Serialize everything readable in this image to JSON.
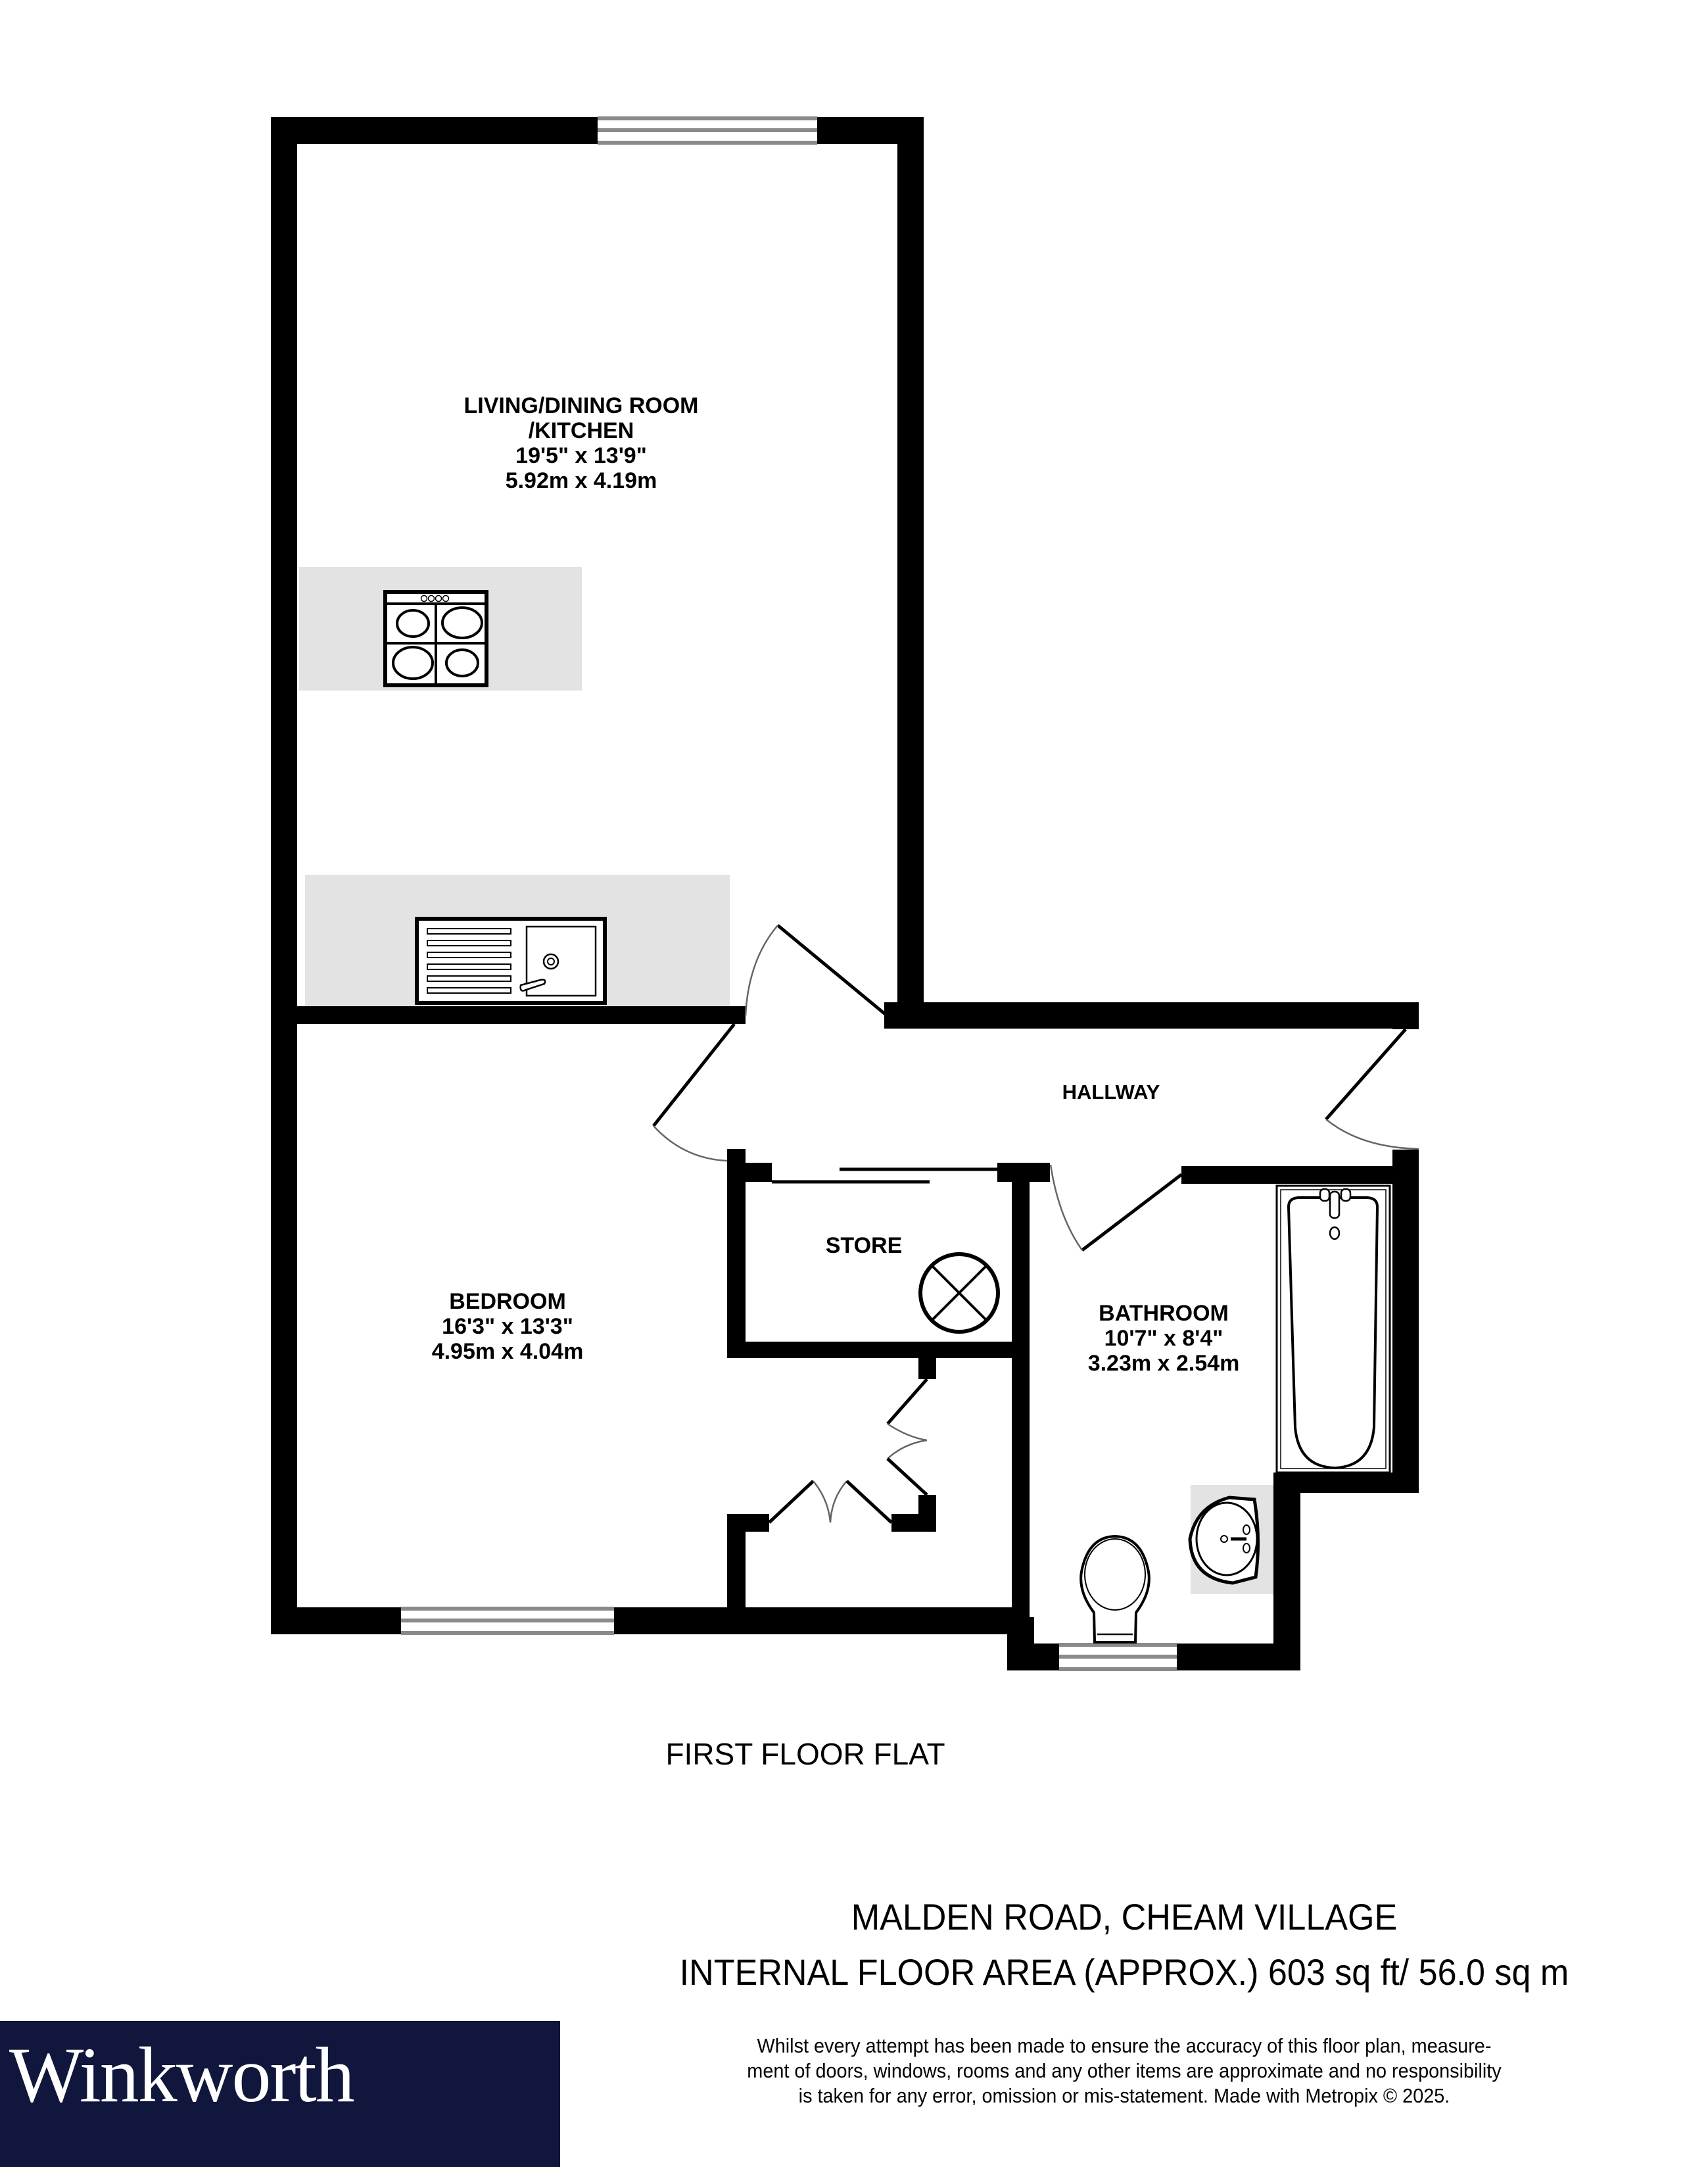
{
  "rooms": {
    "living": {
      "name_line1": "LIVING/DINING ROOM",
      "name_line2": "/KITCHEN",
      "imperial": "19'5\"  x 13'9\"",
      "metric": "5.92m  x 4.19m"
    },
    "bedroom": {
      "name": "BEDROOM",
      "imperial": "16'3\"  x 13'3\"",
      "metric": "4.95m  x 4.04m"
    },
    "bathroom": {
      "name": "BATHROOM",
      "imperial": "10'7\"  x 8'4\"",
      "metric": "3.23m  x 2.54m"
    },
    "store": {
      "name": "STORE"
    },
    "hallway": {
      "name": "HALLWAY"
    }
  },
  "fixtures": [
    "hob-icon",
    "sink-icon",
    "boiler-icon",
    "bath-icon",
    "basin-icon",
    "toilet-icon"
  ],
  "floor_label": "FIRST FLOOR FLAT",
  "property": {
    "address": "MALDEN ROAD, CHEAM VILLAGE",
    "area": "INTERNAL FLOOR AREA (APPROX.) 603 sq ft/ 56.0 sq m"
  },
  "disclaimer": {
    "line1": "Whilst every attempt has been made to ensure the accuracy of this floor plan, measure-",
    "line2": "ment of doors, windows, rooms and any other items are approximate and no responsibility",
    "line3": "is taken for any error, omission or mis-statement. Made with Metropix © 2025."
  },
  "brand": {
    "name": "Winkworth",
    "bg_color": "#10163c",
    "text_color": "#ffffff"
  }
}
